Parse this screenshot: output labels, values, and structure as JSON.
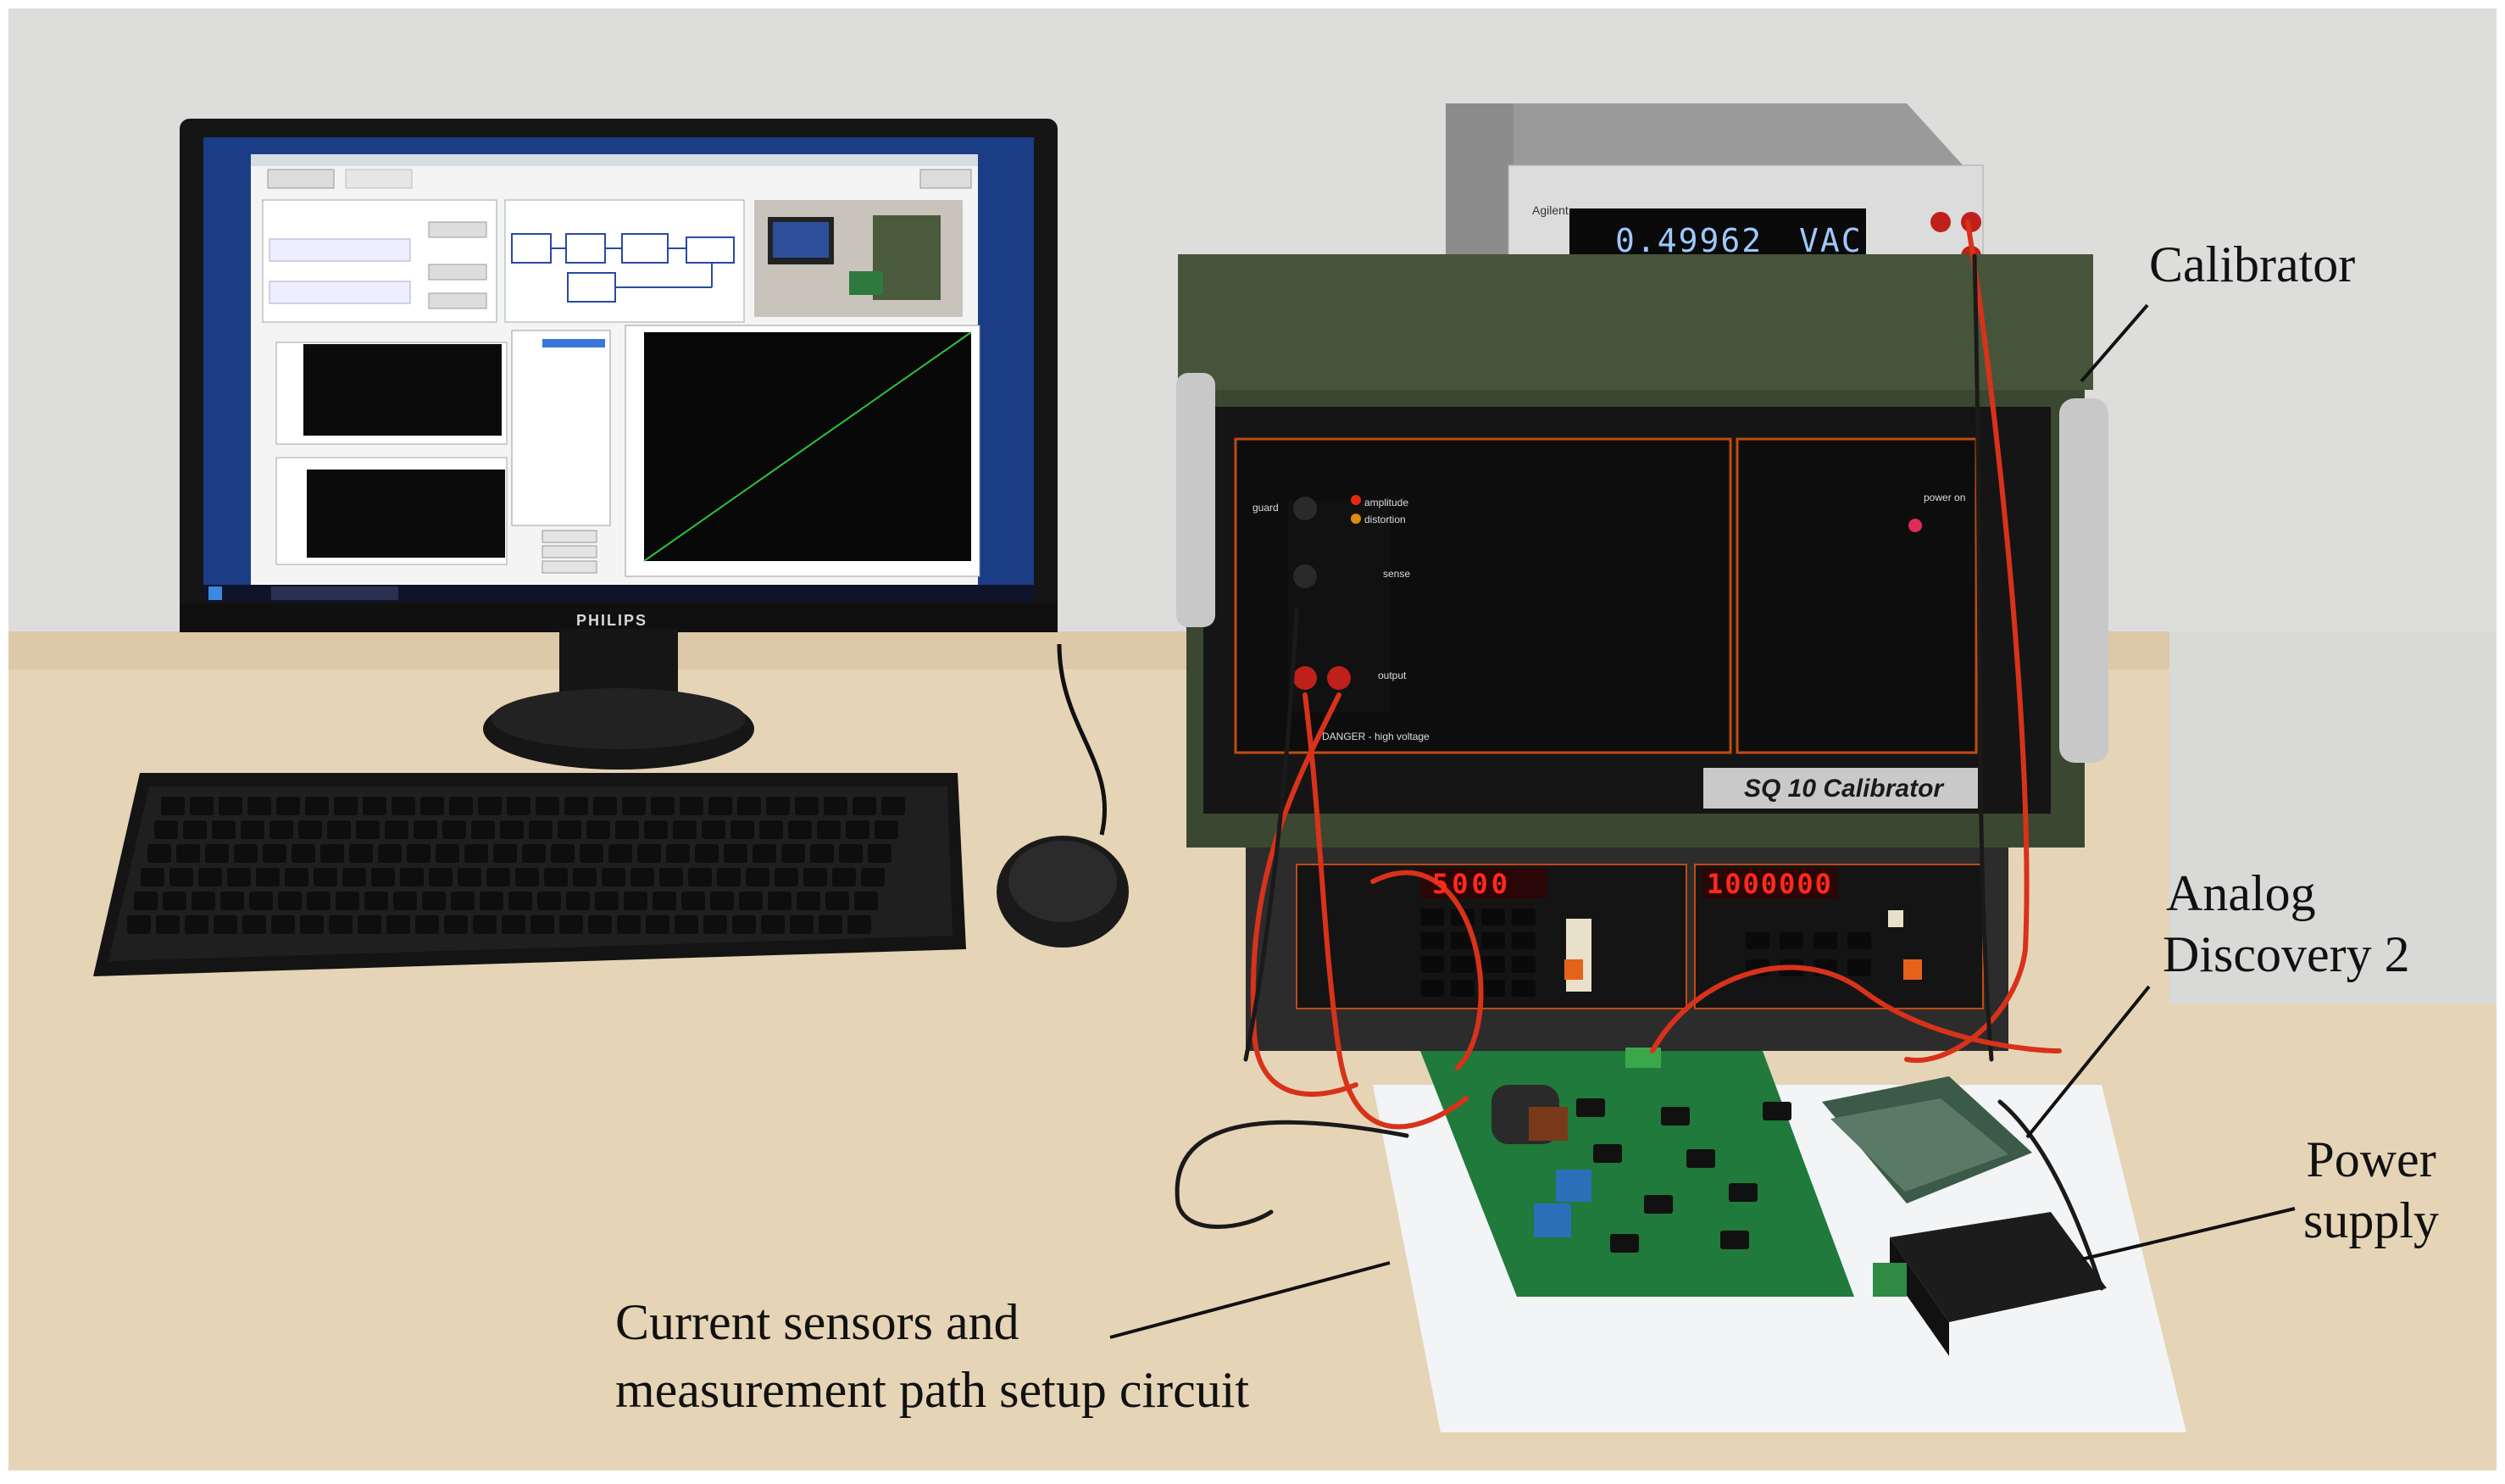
{
  "labels": {
    "calibrator": "Calibrator",
    "analog_discovery_line1": "Analog",
    "analog_discovery_line2": "Discovery 2",
    "power_supply_line1": "Power",
    "power_supply_line2": "supply",
    "sensors_line1": "Current sensors and",
    "sensors_line2": "measurement path setup circuit"
  },
  "monitor": {
    "brand": "PHILIPS"
  },
  "multimeter": {
    "brand": "Agilent",
    "reading": "0.49962",
    "unit": "VAC"
  },
  "calibrator_device": {
    "name": "SQ 10 Calibrator",
    "display_left": "5000",
    "display_right": "1000000",
    "labels": {
      "guard": "guard",
      "sense": "sense",
      "output": "output",
      "amplitude": "amplitude",
      "distortion": "distortion",
      "power": "power on",
      "high_voltage": "DANGER - high voltage"
    }
  },
  "colors": {
    "wall": "#dcdcdc",
    "desk": "#e4d2b4",
    "green_case": "#3d4a34",
    "red_display": "#ff2a1a",
    "screen_bg": "#1e3c8c",
    "lcd": "#9ec8ff"
  }
}
